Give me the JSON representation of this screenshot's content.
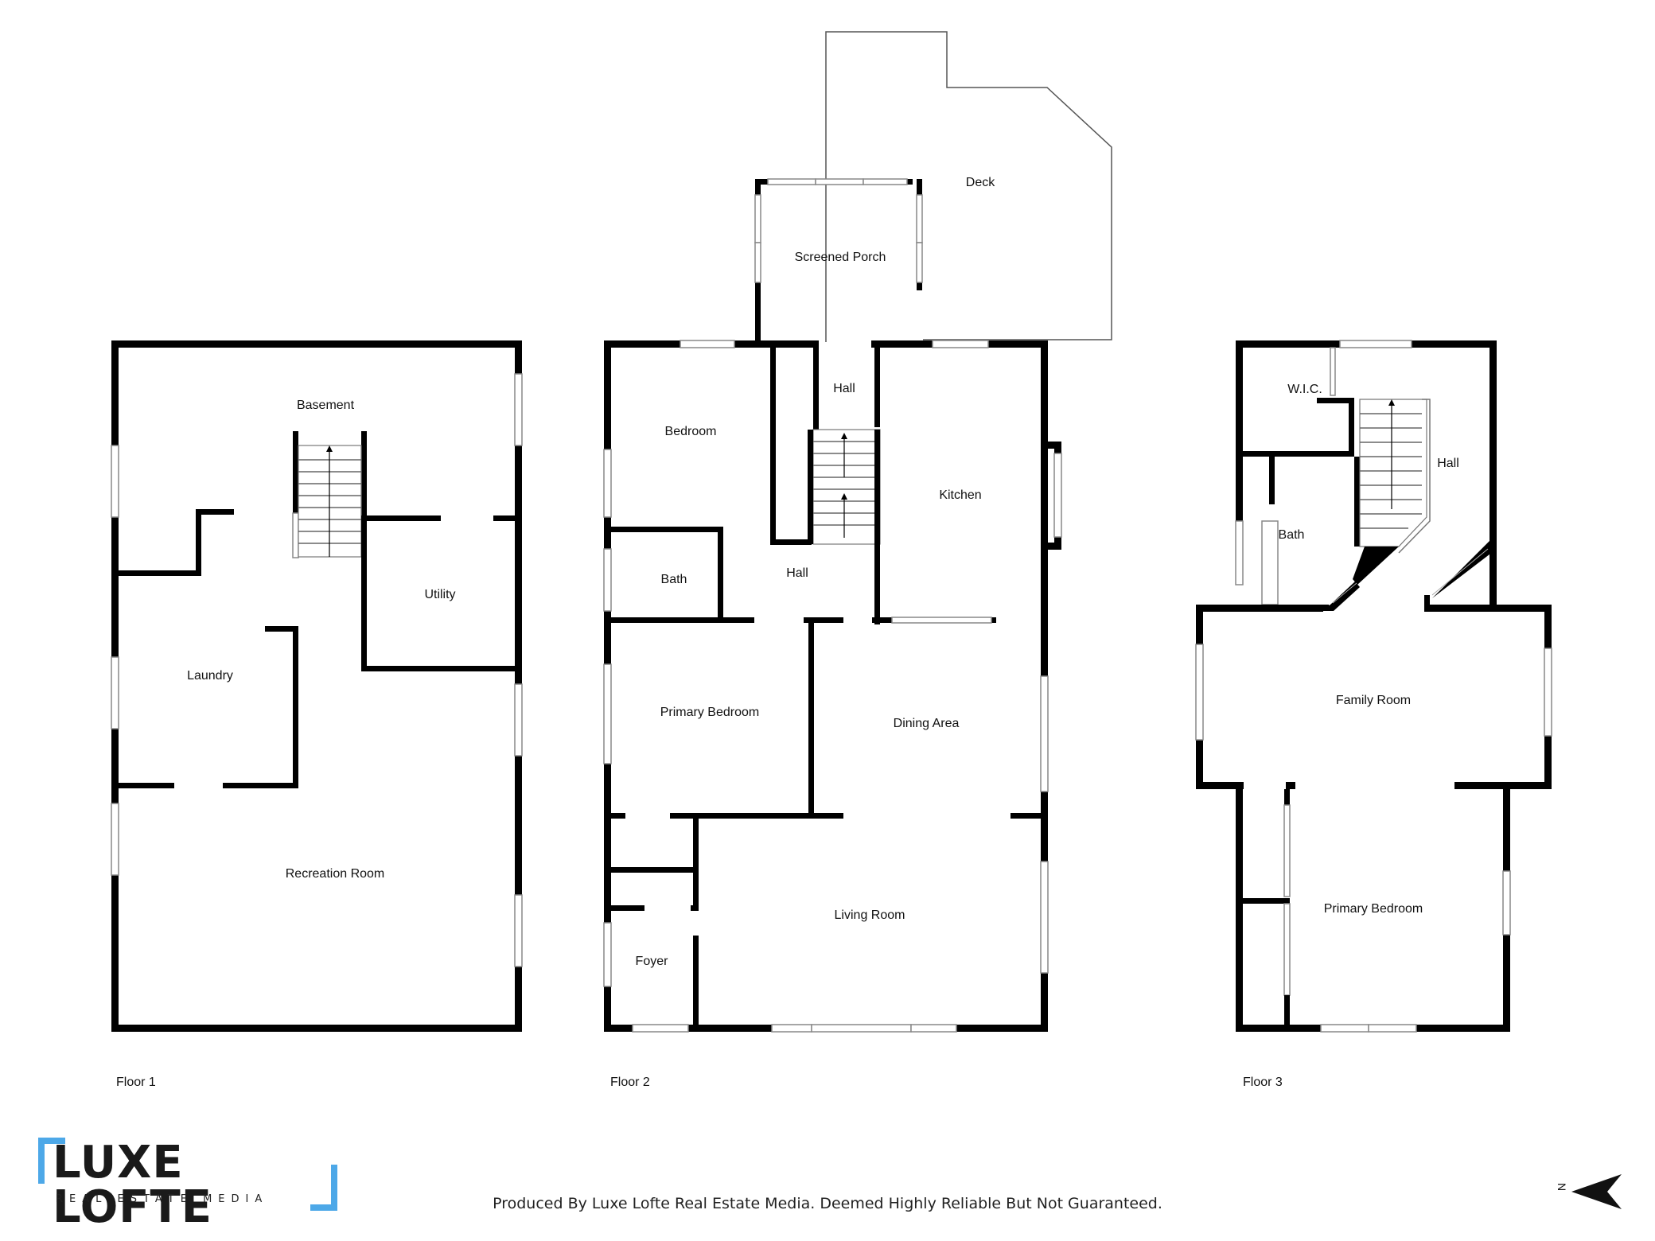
{
  "floors": {
    "floor1": {
      "label": "Floor 1",
      "rooms": {
        "basement": "Basement",
        "laundry": "Laundry",
        "utility": "Utility",
        "recreation_room": "Recreation Room"
      }
    },
    "floor2": {
      "label": "Floor 2",
      "rooms": {
        "deck": "Deck",
        "screened_porch": "Screened Porch",
        "hall_top": "Hall",
        "bedroom": "Bedroom",
        "kitchen": "Kitchen",
        "bath": "Bath",
        "hall_mid": "Hall",
        "primary_bedroom": "Primary Bedroom",
        "dining_area": "Dining Area",
        "living_room": "Living Room",
        "foyer": "Foyer"
      }
    },
    "floor3": {
      "label": "Floor 3",
      "rooms": {
        "wic": "W.I.C.",
        "hall": "Hall",
        "bath": "Bath",
        "family_room": "Family Room",
        "primary_bedroom": "Primary Bedroom"
      }
    }
  },
  "footer": {
    "credit": "Produced By Luxe Lofte Real Estate Media. Deemed Highly Reliable But Not Guaranteed."
  },
  "logo": {
    "name": "LUXE LOFTE",
    "tagline": "REAL ESTATE MEDIA",
    "accent_color": "#4da8e8"
  },
  "compass": {
    "label": "N",
    "icon": "north-arrow-icon"
  }
}
